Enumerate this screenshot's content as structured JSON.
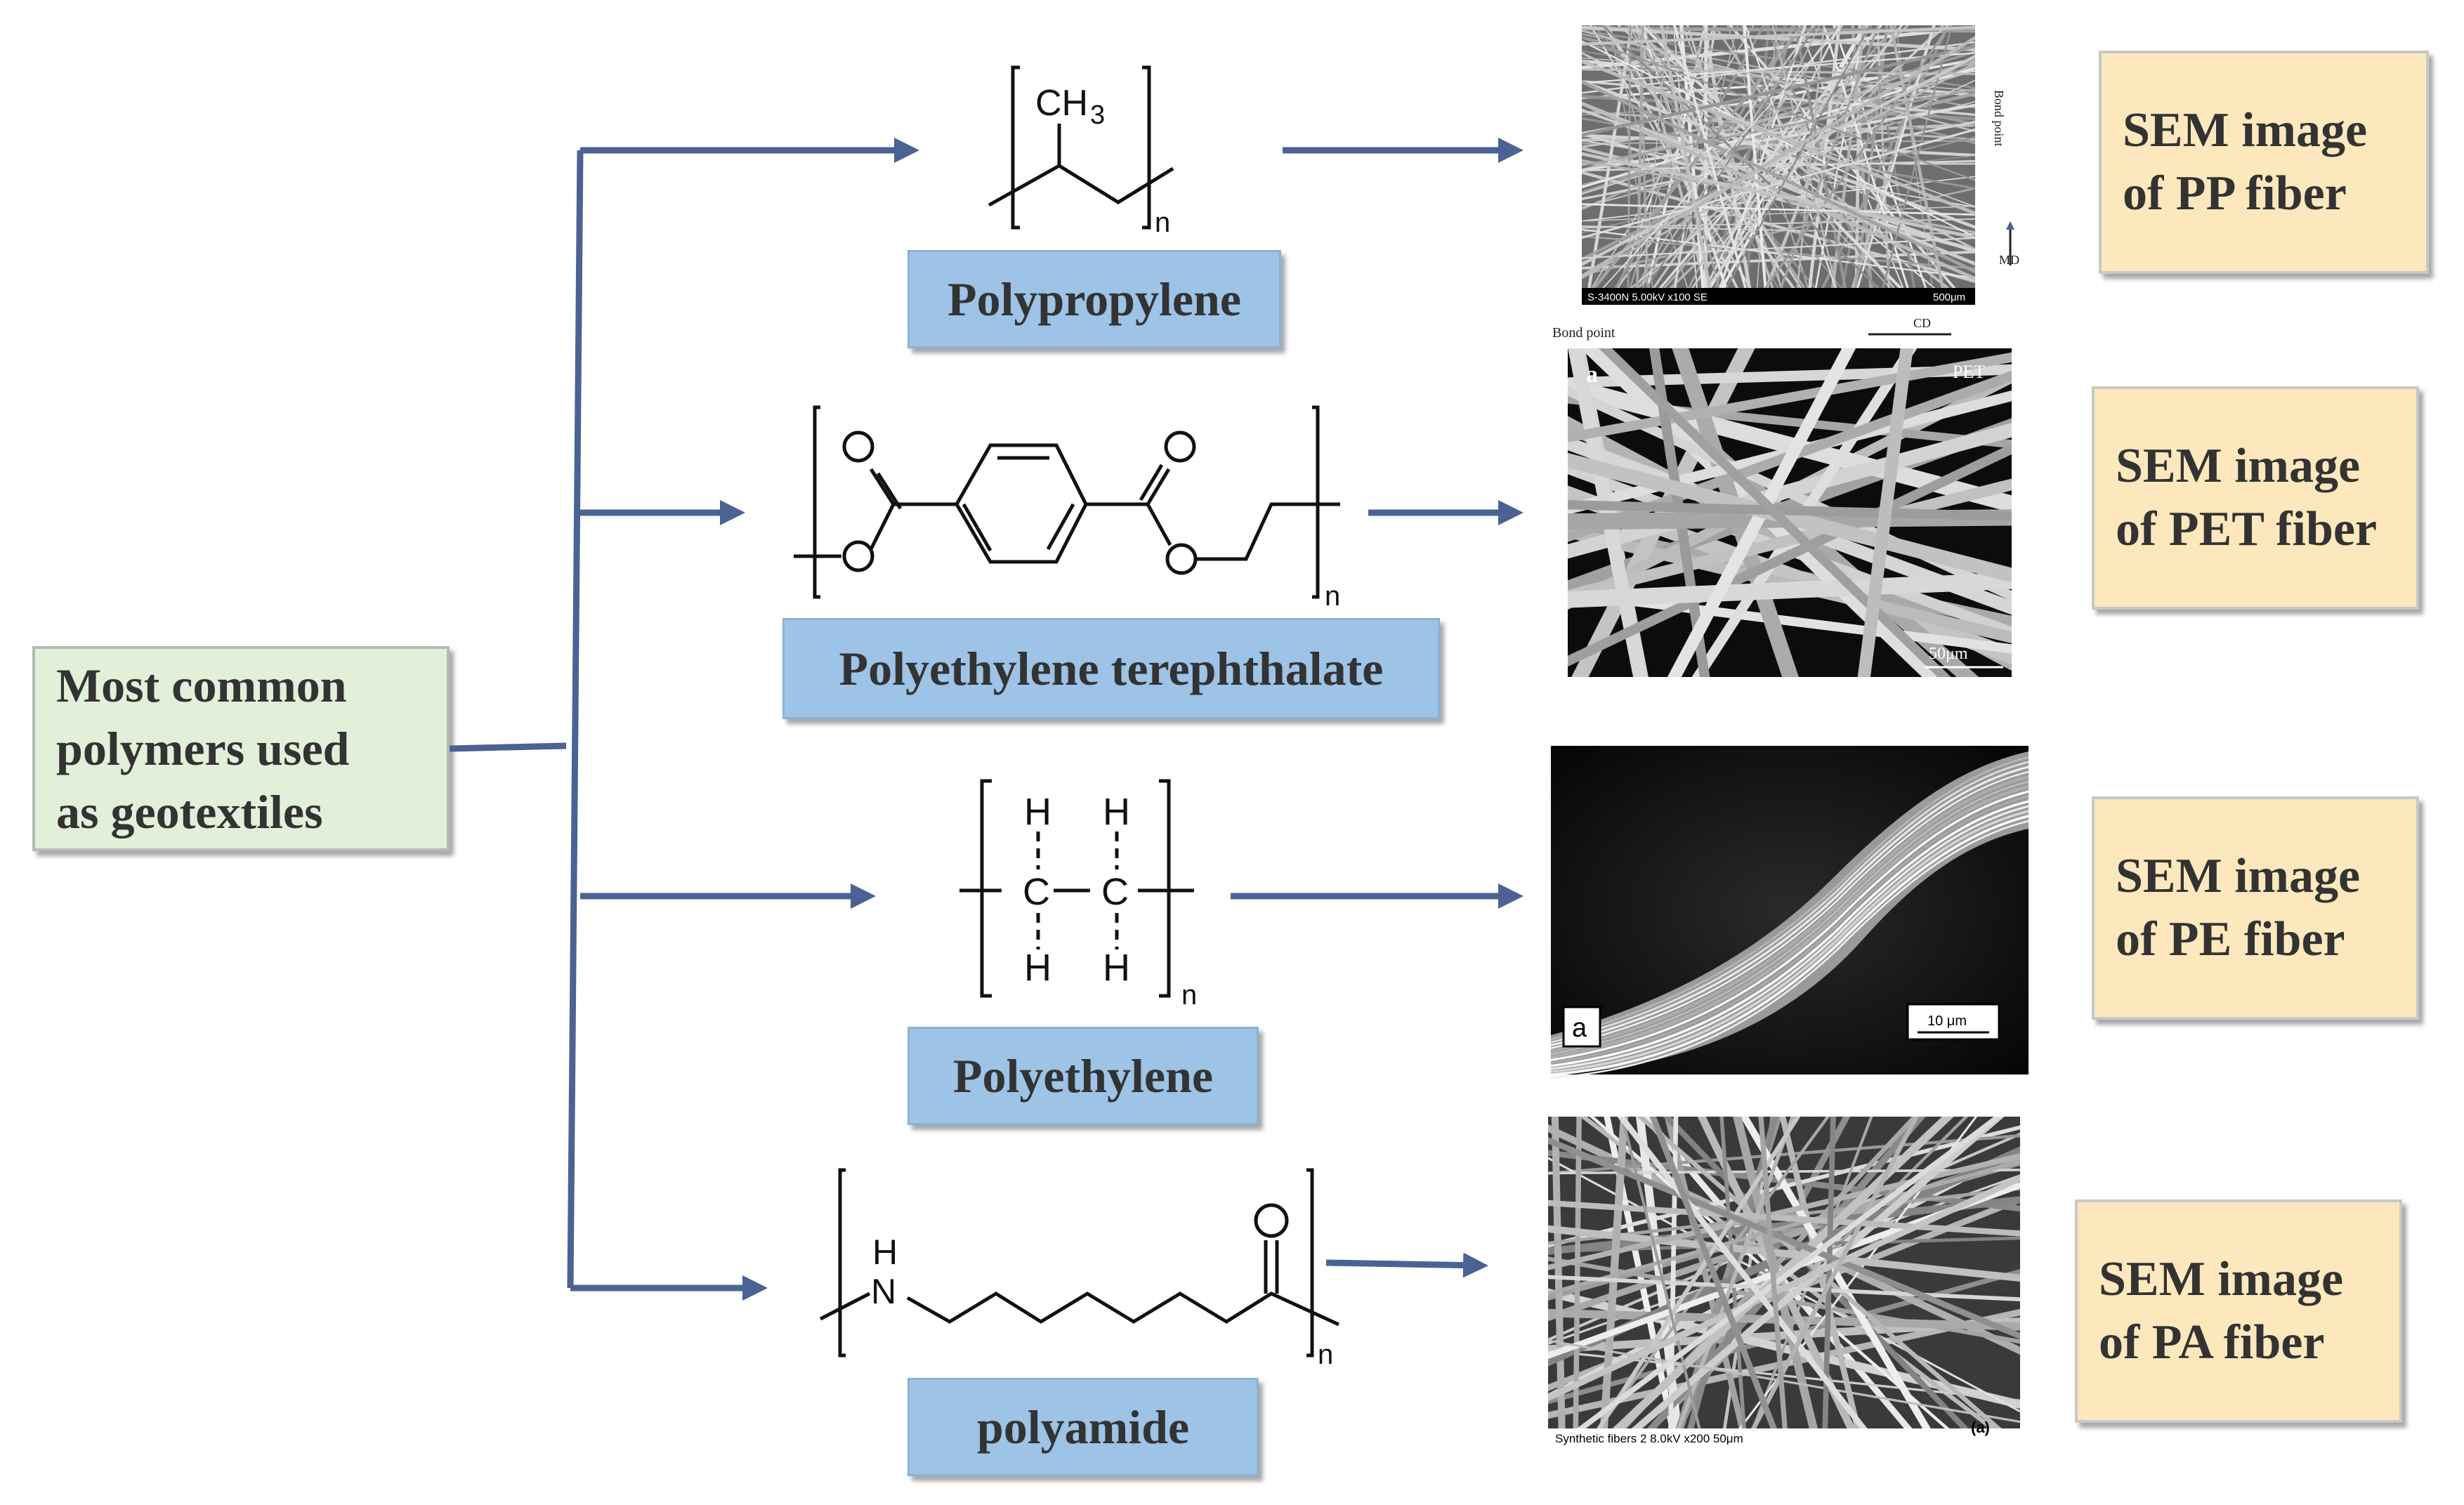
{
  "root": {
    "lines": [
      "Most common",
      "polymers used",
      "as geotextiles"
    ]
  },
  "polymers": [
    {
      "name": "Polypropylene",
      "formula": {
        "ch3": "CH",
        "ch3_sub": "3",
        "n": "n"
      },
      "sem_label": [
        "SEM image",
        "of PP fiber"
      ],
      "sem_image": {
        "scalebar": "S-3400N 5.00kV x100 SE",
        "scale": "500μm",
        "bond_point_bottom": "Bond point",
        "bond_point_side": "Bond point",
        "md": "MD",
        "cd": "CD"
      }
    },
    {
      "name": "Polyethylene terephthalate",
      "formula": {
        "o1": "O",
        "o2": "O",
        "o3": "O",
        "o4": "O",
        "n": "n"
      },
      "sem_label": [
        "SEM image",
        "of PET fiber"
      ],
      "sem_image": {
        "corner": "a",
        "tag": "PET",
        "scale": "50μm"
      }
    },
    {
      "name": "Polyethylene",
      "formula": {
        "h1": "H",
        "h2": "H",
        "h3": "H",
        "h4": "H",
        "c1": "C",
        "c2": "C",
        "n": "n"
      },
      "sem_label": [
        "SEM image",
        "of PE fiber"
      ],
      "sem_image": {
        "corner": "a",
        "scale": "10 μm"
      }
    },
    {
      "name": "polyamide",
      "formula": {
        "h": "H",
        "nitrogen": "N",
        "o": "O",
        "n": "n"
      },
      "sem_label": [
        "SEM image",
        "of PA fiber"
      ],
      "sem_image": {
        "caption": "Synthetic fibers 2   8.0kV  x200   50μm",
        "corner": "(a)"
      }
    }
  ],
  "colors": {
    "arrow": "#4a6394",
    "root_fill": "#e2efd9",
    "name_fill": "#9dc3e6",
    "sem_fill": "#fde8bd"
  }
}
